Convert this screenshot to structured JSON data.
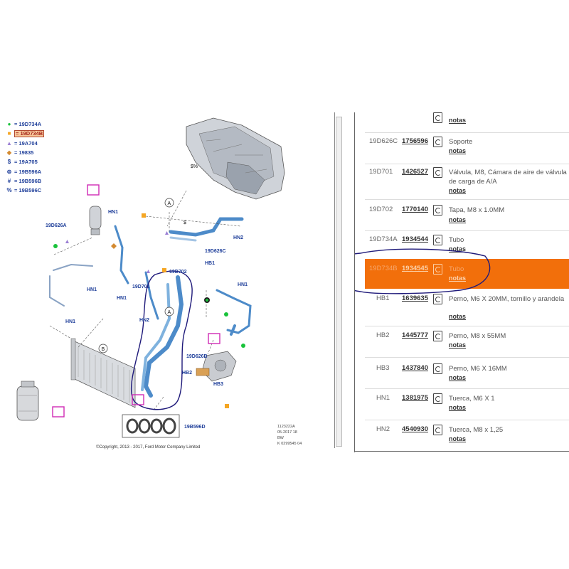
{
  "legend": [
    {
      "icon": "green-dot-icon",
      "symbol": "●",
      "color": "#19c23a",
      "text": "= 19D734A"
    },
    {
      "icon": "orange-square-icon",
      "symbol": "■",
      "color": "#f5a623",
      "text": "= 19D734B"
    },
    {
      "icon": "purple-triangle-icon",
      "symbol": "▲",
      "color": "#9b7fd4",
      "text": "= 19A704"
    },
    {
      "icon": "orange-diamond-icon",
      "symbol": "◆",
      "color": "#d48a30",
      "text": "= 19835"
    },
    {
      "icon": "dollar-icon",
      "symbol": "$",
      "color": "#1f3f9a",
      "text": "= 19A705"
    },
    {
      "icon": "c-ring-icon",
      "symbol": "⊜",
      "color": "#1f3f9a",
      "text": "= 19B596A"
    },
    {
      "icon": "hash-icon",
      "symbol": "#",
      "color": "#1f3f9a",
      "text": "= 19B596B"
    },
    {
      "icon": "percent-icon",
      "symbol": "%",
      "color": "#1f3f9a",
      "text": "= 19B596C"
    }
  ],
  "callouts": {
    "c19d626a": "19D626A",
    "hn1_a": "HN1",
    "hn1_b": "HN1",
    "hn1_c": "HN1",
    "hn1_d": "HN1",
    "hn1_e": "HN1",
    "hn2_a": "HN2",
    "hn2_b": "HN2",
    "hb1": "HB1",
    "hb2": "HB2",
    "hb3": "HB3",
    "c19d626c": "19D626C",
    "c19d702": "19D702",
    "c19d701": "19D701",
    "c19d626b": "19D626B",
    "c19b596d": "19B596D",
    "dollar": "$",
    "dollar_pct": "$%",
    "circle_a1": "A",
    "circle_a2": "A",
    "circle_b": "B"
  },
  "copyright": "©Copyright, 2013 - 2017, Ford Motor Company Limited",
  "stamp": {
    "line1": "1123222A",
    "line2": "05-2017 18",
    "line3": "BW",
    "line4": "K 0299545 04"
  },
  "parts": [
    {
      "code": "",
      "part_number": "",
      "description": "",
      "notes_label": "notas"
    },
    {
      "code": "19D626C",
      "part_number": "1756596",
      "description": "Soporte",
      "notes_label": "notas"
    },
    {
      "code": "19D701",
      "part_number": "1426527",
      "description": "Válvula, M8, Cámara de aire de válvula de carga de A/A",
      "notes_label": "notas"
    },
    {
      "code": "19D702",
      "part_number": "1770140",
      "description": "Tapa, M8 x 1.0MM",
      "notes_label": "notas"
    },
    {
      "code": "19D734A",
      "part_number": "1934544",
      "description": "Tubo",
      "notes_label": "notas"
    },
    {
      "code": "19D734B",
      "part_number": "1934545",
      "description": "Tubo",
      "notes_label": "notas",
      "selected": true
    },
    {
      "code": "HB1",
      "part_number": "1639635",
      "description": "Perno, M6 X 20MM, tornillo y arandela",
      "notes_label": "notas"
    },
    {
      "code": "HB2",
      "part_number": "1445777",
      "description": "Perno, M8 x 55MM",
      "notes_label": "notas"
    },
    {
      "code": "HB3",
      "part_number": "1437840",
      "description": "Perno, M6 X 16MM",
      "notes_label": "notas"
    },
    {
      "code": "HN1",
      "part_number": "1381975",
      "description": "Tuerca, M6 X 1",
      "notes_label": "notas"
    },
    {
      "code": "HN2",
      "part_number": "4540930",
      "description": "Tuerca, M8 x 1,25",
      "notes_label": "notas"
    }
  ],
  "colors": {
    "selected_row": "#f26f0b",
    "annotation": "#1f1a7a",
    "callout_blue": "#1f3f9a",
    "magenta_box": "#d02bb5"
  }
}
